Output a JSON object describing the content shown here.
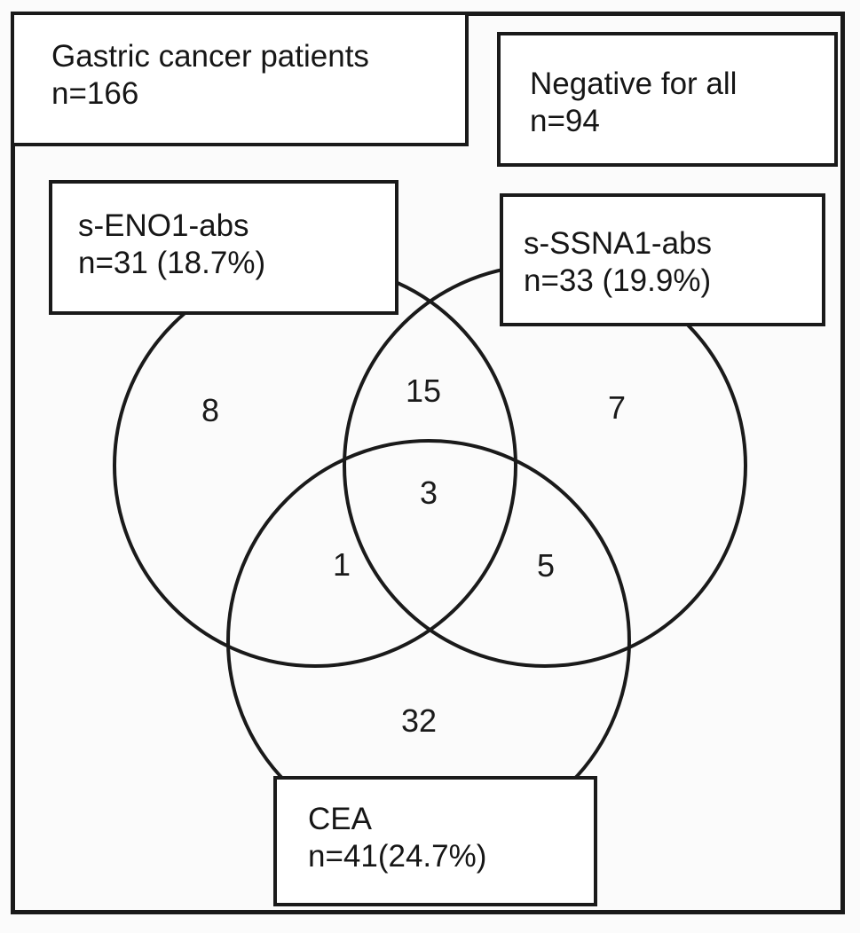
{
  "colors": {
    "ink": "#1a1a1a",
    "background": "#fbfbfb",
    "box_fill": "#ffffff"
  },
  "venn": {
    "population_box": {
      "line1": "Gastric cancer patients",
      "line2": "n=166"
    },
    "negative_box": {
      "line1": "Negative for all",
      "line2": "n=94"
    },
    "sets": [
      {
        "name": "s-ENO1-abs",
        "label_line1": "s-ENO1-abs",
        "label_line2": "n=31 (18.7%)"
      },
      {
        "name": "s-SSNA1-abs",
        "label_line1": "s-SSNA1-abs",
        "label_line2": "n=33 (19.9%)"
      },
      {
        "name": "CEA",
        "label_line1": "CEA",
        "label_line2": "n=41(24.7%)"
      }
    ],
    "counts": {
      "eno1_only": "8",
      "eno1_ssna1": "15",
      "ssna1_only": "7",
      "all_three": "3",
      "eno1_cea": "1",
      "ssna1_cea": "5",
      "cea_only": "32"
    }
  }
}
